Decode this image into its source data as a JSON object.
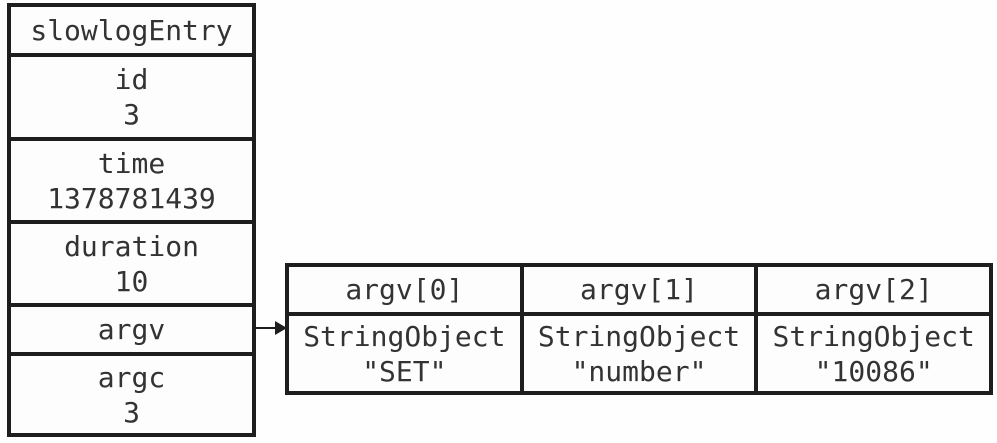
{
  "diagram": {
    "colors": {
      "border": "#1e1e1e",
      "text": "#333333",
      "background": "#fefefe"
    },
    "entry_table": {
      "title": "slowlogEntry",
      "fields": [
        {
          "label": "id",
          "value": "3"
        },
        {
          "label": "time",
          "value": "1378781439"
        },
        {
          "label": "duration",
          "value": "10"
        },
        {
          "label": "argv",
          "value": ""
        },
        {
          "label": "argc",
          "value": "3"
        }
      ]
    },
    "argv_table": {
      "columns": [
        {
          "header": "argv[0]",
          "type": "StringObject",
          "value": "\"SET\""
        },
        {
          "header": "argv[1]",
          "type": "StringObject",
          "value": "\"number\""
        },
        {
          "header": "argv[2]",
          "type": "StringObject",
          "value": "\"10086\""
        }
      ]
    }
  }
}
